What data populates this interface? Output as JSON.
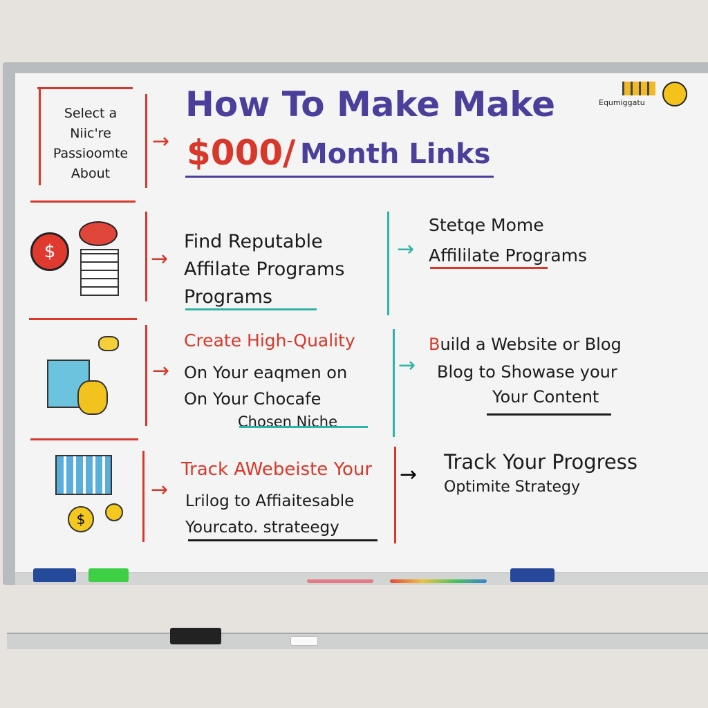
{
  "title": {
    "line1": "How To Make Make",
    "line2_amount": "$000/",
    "line2_rest": "Month Links"
  },
  "corner_doodle": {
    "text": "Equmiggatu"
  },
  "left_column": {
    "step1": [
      "Select a",
      "Niic're",
      "Passioomte",
      "About"
    ]
  },
  "rows": [
    {
      "middle": [
        "Find Reputable",
        "Affilate Programs",
        "Programs"
      ],
      "right": [
        "Stetqe Mome",
        "Affililate Programs"
      ]
    },
    {
      "middle_heading": "Create High-Quality",
      "middle": [
        "On Your eaqmen on",
        "On Your Chocafe",
        "Chosen Niche"
      ],
      "right_first": "B",
      "right": [
        "uild a Website or Blog",
        "Blog to Showase your",
        "Your Content"
      ]
    },
    {
      "middle_heading": "Track AWebeiste Your",
      "middle": [
        "Lrilog to Affiaitesable",
        "Yourcato. strateegy"
      ],
      "right": [
        "Track Your Progress",
        "Optimite Strategy"
      ]
    }
  ],
  "colors": {
    "red": "#d8382b",
    "purple": "#4a3f9a",
    "teal": "#2fb3a6",
    "black": "#1b1b1b"
  }
}
